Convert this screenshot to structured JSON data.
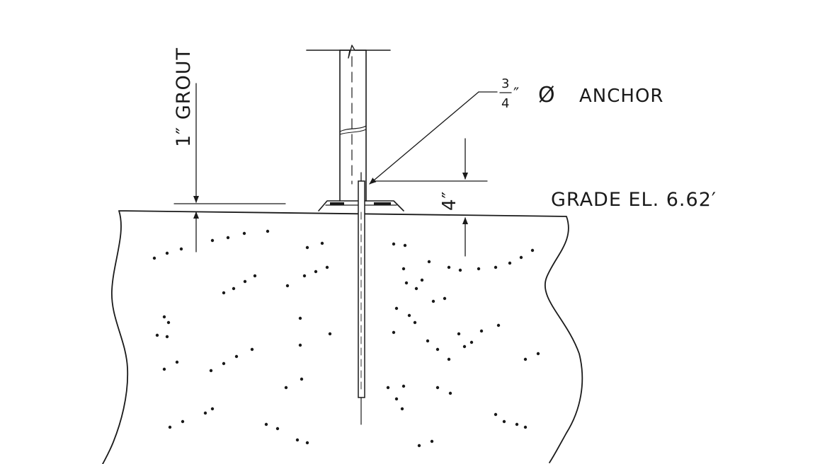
{
  "labels": {
    "grout": "1″ GROUT",
    "anchor_fraction_num": "3",
    "anchor_fraction_den": "4",
    "anchor_inch_mark": "″",
    "anchor_diameter": "Ø",
    "anchor_text": "ANCHOR",
    "height_dim": "4″",
    "grade": "GRADE EL. 6.62′"
  },
  "colors": {
    "ink": "#1a1a1a",
    "background": "#ffffff"
  }
}
